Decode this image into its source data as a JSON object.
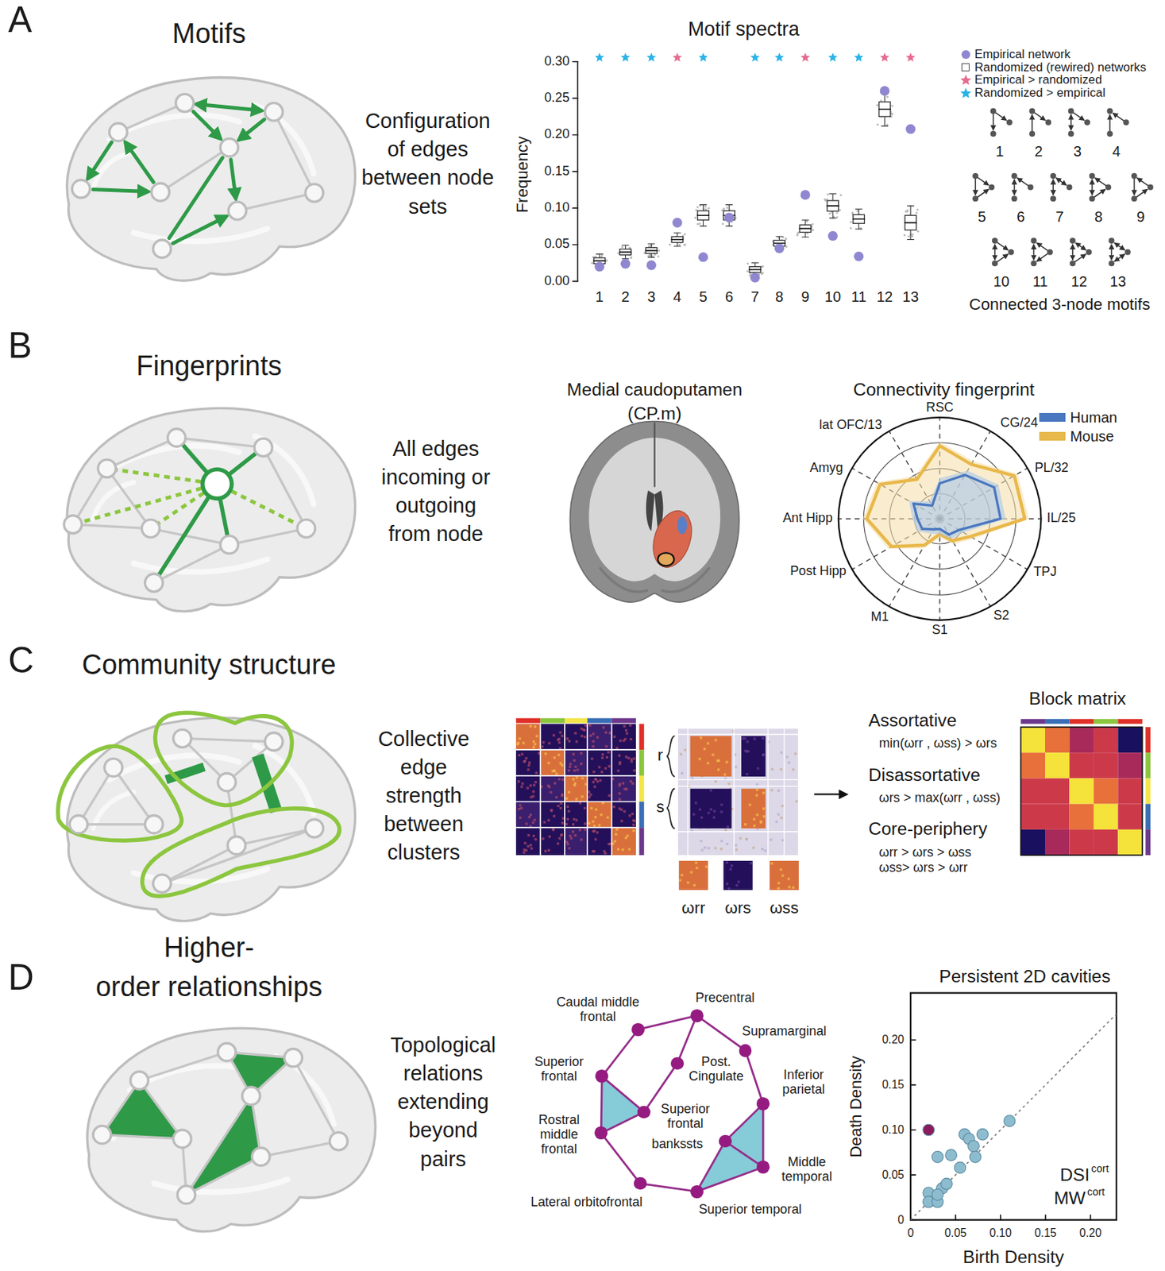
{
  "diagram": {
    "nodes": [
      {
        "text": [
          "Caudal middle frontal"
        ]
      },
      {
        "text": [
          "Precentral"
        ]
      },
      {
        "text": [
          "Supramarginal"
        ]
      },
      {
        "text": [
          "Superior frontal"
        ]
      },
      {
        "text": [
          "Post. Cingulate"
        ]
      },
      {
        "text": [
          "Inferior parietal"
        ]
      },
      {
        "text": [
          "Superior frontal"
        ]
      },
      {
        "text": [
          "Rostral middle frontal"
        ]
      },
      {
        "text": [
          "bankssts"
        ]
      },
      {
        "text": [
          "Middle temporal"
        ]
      },
      {
        "text": [
          "Lateral orbitofrontal"
        ]
      },
      {
        "text": [
          "Superior temporal"
        ]
      }
    ],
    "edges": [
      {
        "from": 0,
        "to": 1,
        "arrow": "none"
      },
      {
        "from": 1,
        "to": 2,
        "arrow": "none"
      },
      {
        "from": 2,
        "to": 5,
        "arrow": "none"
      },
      {
        "from": 5,
        "to": 9,
        "arrow": "none"
      },
      {
        "from": 9,
        "to": 11,
        "arrow": "none"
      },
      {
        "from": 11,
        "to": 10,
        "arrow": "none"
      },
      {
        "from": 10,
        "to": 7,
        "arrow": "none"
      },
      {
        "from": 7,
        "to": 3,
        "arrow": "none"
      },
      {
        "from": 3,
        "to": 0,
        "arrow": "none"
      },
      {
        "from": 1,
        "to": 4,
        "arrow": "none"
      },
      {
        "from": 4,
        "to": 6,
        "arrow": "none"
      },
      {
        "from": 6,
        "to": 7,
        "arrow": "none"
      },
      {
        "from": 3,
        "to": 6,
        "arrow": "none"
      },
      {
        "from": 5,
        "to": 8,
        "arrow": "none"
      },
      {
        "from": 8,
        "to": 9,
        "arrow": "none"
      },
      {
        "from": 8,
        "to": 11,
        "arrow": "none"
      }
    ],
    "labels": [
      "A",
      "Motifs",
      "Configuration of edges between node sets",
      "Motif spectra",
      "Frequency",
      "0.30",
      "0.25",
      "0.20",
      "0.15",
      "0.10",
      "0.05",
      "0.00",
      "1",
      "2",
      "3",
      "4",
      "5",
      "6",
      "7",
      "8",
      "9",
      "10",
      "11",
      "12",
      "13",
      "1",
      "2",
      "3",
      "4",
      "5",
      "6",
      "7",
      "8",
      "9",
      "10",
      "11",
      "12",
      "13",
      "Connected 3-node motifs",
      "B",
      "Fingerprints",
      "All edges incoming or outgoing from node",
      "Medial caudoputamen",
      "(CP.m)",
      "Connectivity fingerprint",
      "RSC",
      "CG/24",
      "PL/32",
      "IL/25",
      "TPJ",
      "S2",
      "S1",
      "M1",
      "Post Hipp",
      "Ant Hipp",
      "Amyg",
      "lat OFC/13",
      "C",
      "Community structure",
      "Collective edge strength between clusters",
      "r",
      "s",
      "ωrr",
      "ωrs",
      "ωss",
      "Block matrix",
      "Assortative",
      "min(ωrr , ωss) > ωrs",
      "Disassortative",
      "ωrs > max(ωrr , ωss)",
      "Core-periphery",
      "ωrr > ωrs > ωss",
      "ωss> ωrs > ωrr",
      "D",
      "Higher-",
      "order relationships",
      "Topological relations extending beyond pairs",
      "Persistent 2D cavities",
      "Death Density",
      "0.20",
      "0.15",
      "0.10",
      "0.05",
      "0",
      "0",
      "0.05",
      "0.10",
      "0.15",
      "0.20",
      "Birth Density",
      "DSI",
      "cort",
      "MW",
      "cort"
    ],
    "legend": [
      {
        "text": "Empirical network",
        "color": "#8f87d0"
      },
      {
        "text": "Randomized (rewired) networks"
      },
      {
        "text": "Empirical > randomized",
        "color": "#e56b8f"
      },
      {
        "text": "Randomized > empirical",
        "color": "#2bb3e6"
      },
      {
        "text": "Human",
        "color": "#4a78c0"
      },
      {
        "text": "Mouse",
        "color": "#e8b84a"
      }
    ]
  }
}
